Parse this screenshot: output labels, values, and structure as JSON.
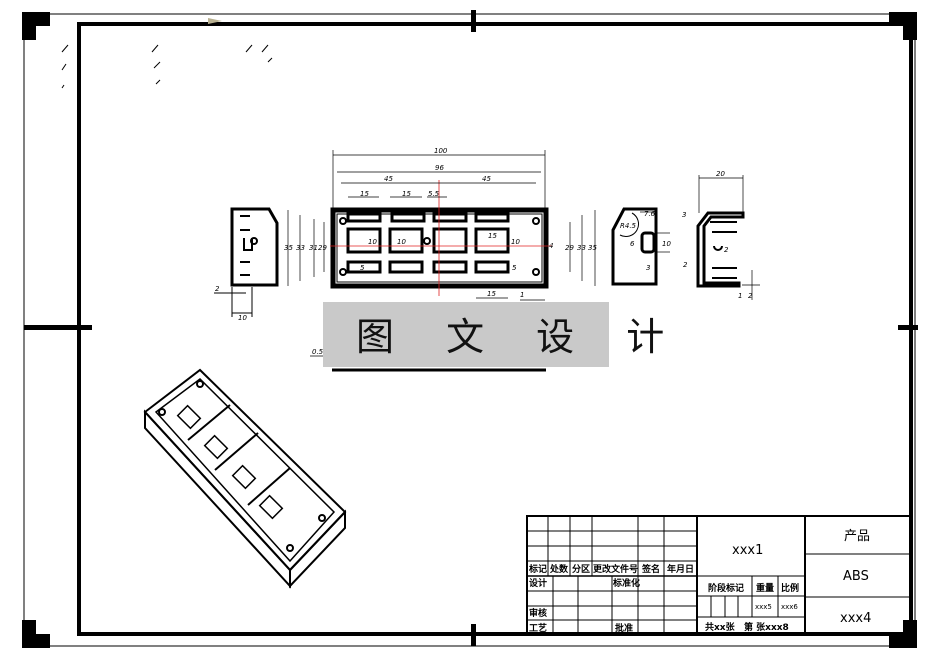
{
  "watermark": "图 文 设 计",
  "title_block": {
    "header": [
      "标记",
      "处数",
      "分区",
      "更改文件号",
      "签名",
      "年月日"
    ],
    "design": "设计",
    "standardize": "标准化",
    "review": "审核",
    "process": "工艺",
    "approve": "批准",
    "drawing_name": "xxx1",
    "stage_mark": "阶段标记",
    "weight": "重量",
    "scale": "比例",
    "weight_value": "xxx5",
    "scale_value": "xxx6",
    "sheets": "共xx张",
    "sheet_no": "第 张xxx8",
    "product_label": "产品",
    "material": "ABS",
    "drawing_code": "xxx4"
  },
  "dims": {
    "overall_length": "100",
    "inner_length": "96",
    "half_left": "45",
    "half_right": "45",
    "slot_a": "15",
    "slot_b": "15",
    "offset": "5.5",
    "h35_l": "35",
    "h33_l": "33",
    "h31": "31",
    "h29_l": "29",
    "h10_a": "10",
    "h10_b": "10",
    "h10_c": "10",
    "slot_c": "15",
    "h5_a": "5",
    "h5_b": "5",
    "h4": "4",
    "h29_r": "29",
    "h33_r": "33",
    "h35_r": "35",
    "slot_bottom": "15",
    "rib": "1",
    "side_wall": "2",
    "side_width": "10",
    "end_depth": "20",
    "end_top": "3",
    "end_rib": "2",
    "end_wall": "2",
    "end_b1": "1",
    "end_b2": "2",
    "sec_76": "7.6",
    "sec_r": "R4.5",
    "sec_6": "6",
    "sec_10": "10",
    "sec_3": "3",
    "bottom_05": "0.5"
  },
  "colors": {
    "line": "#000000",
    "centerline": "#e02020",
    "watermark_bg": "#c9c9c9"
  }
}
